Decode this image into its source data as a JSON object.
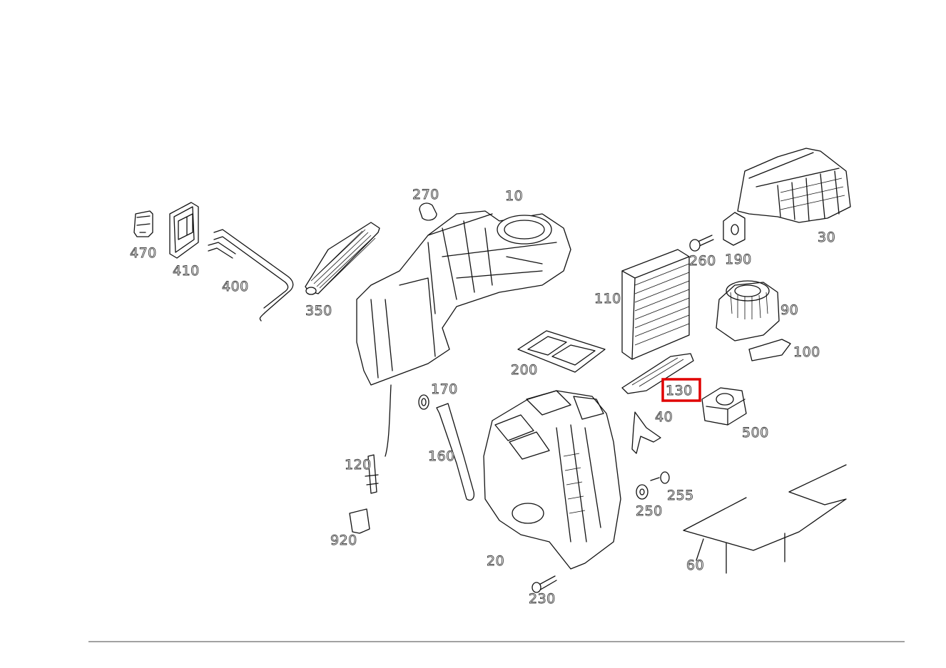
{
  "diagram": {
    "highlight_color": "#e00000",
    "highlighted_part": "130",
    "parts": [
      {
        "id": "p10",
        "label": "10"
      },
      {
        "id": "p20",
        "label": "20"
      },
      {
        "id": "p30",
        "label": "30"
      },
      {
        "id": "p40",
        "label": "40"
      },
      {
        "id": "p60",
        "label": "60"
      },
      {
        "id": "p90",
        "label": "90"
      },
      {
        "id": "p100",
        "label": "100"
      },
      {
        "id": "p110",
        "label": "110"
      },
      {
        "id": "p120",
        "label": "120"
      },
      {
        "id": "p130",
        "label": "130"
      },
      {
        "id": "p160",
        "label": "160"
      },
      {
        "id": "p170",
        "label": "170"
      },
      {
        "id": "p190",
        "label": "190"
      },
      {
        "id": "p200",
        "label": "200"
      },
      {
        "id": "p230",
        "label": "230"
      },
      {
        "id": "p250",
        "label": "250"
      },
      {
        "id": "p255",
        "label": "255"
      },
      {
        "id": "p260",
        "label": "260"
      },
      {
        "id": "p270",
        "label": "270"
      },
      {
        "id": "p350",
        "label": "350"
      },
      {
        "id": "p400",
        "label": "400"
      },
      {
        "id": "p410",
        "label": "410"
      },
      {
        "id": "p470",
        "label": "470"
      },
      {
        "id": "p500",
        "label": "500"
      },
      {
        "id": "p920",
        "label": "920"
      }
    ]
  }
}
